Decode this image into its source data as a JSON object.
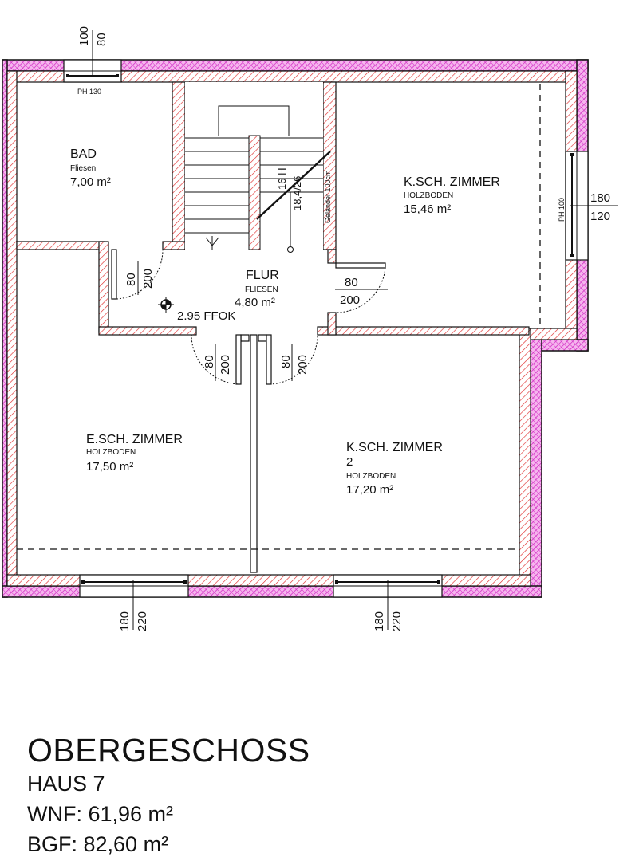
{
  "plan": {
    "rooms": {
      "bad": {
        "name": "BAD",
        "floor": "Fliesen",
        "area": "7,00 m²"
      },
      "flur": {
        "name": "FLUR",
        "floor": "FLIESEN",
        "area": "4,80 m²"
      },
      "ksch1": {
        "name": "K.SCH. ZIMMER",
        "floor": "HOLZBODEN",
        "area": "15,46 m²"
      },
      "esch": {
        "name": "E.SCH. ZIMMER",
        "floor": "HOLZBODEN",
        "area": "17,50 m²"
      },
      "ksch2": {
        "name": "K.SCH. ZIMMER",
        "number": "2",
        "floor": "HOLZBODEN",
        "area": "17,20 m²"
      }
    },
    "stairs": {
      "steps": "16 H",
      "dim": "18,4/26",
      "railing": "Geländer 100cm"
    },
    "level_marker": "2.95 FFOK",
    "windows": {
      "top": {
        "width": "100",
        "height": "80",
        "sill": "PH 130"
      },
      "right": {
        "width": "180",
        "height": "120",
        "sill": "PH 100"
      },
      "bottom_left": {
        "width": "180",
        "height": "220"
      },
      "bottom_right": {
        "width": "180",
        "height": "220"
      }
    },
    "doors": {
      "bad": {
        "width": "80",
        "height": "200"
      },
      "ksch1": {
        "width": "80",
        "height": "200"
      },
      "esch": {
        "width": "80",
        "height": "200"
      },
      "ksch2": {
        "width": "80",
        "height": "200"
      }
    },
    "colors": {
      "outer_wall": "#e94fd6",
      "inner_hatch": "#e03030",
      "line": "#111111"
    }
  },
  "title": {
    "floor": "OBERGESCHOSS",
    "house": "HAUS 7",
    "wnf": "WNF: 61,96 m²",
    "bgf": "BGF: 82,60 m²"
  }
}
